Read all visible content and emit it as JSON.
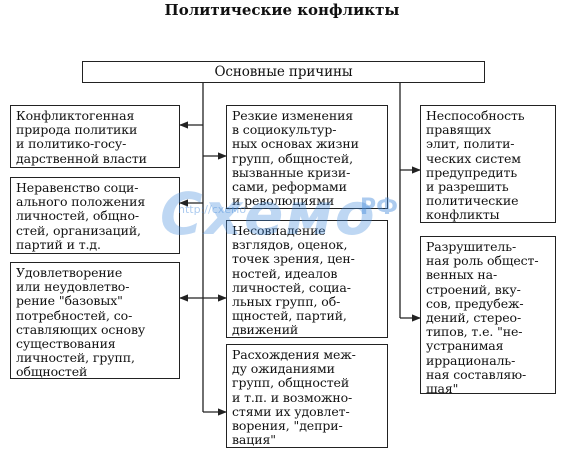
{
  "title": "Политические конфликты",
  "header": "Основные причины",
  "left": [
    "Конфликтогенная\nприрода политики\nи политико-госу-\nдарственной власти",
    "Неравенство соци-\nального положения\nличностей, общно-\nстей, организаций,\nпартий и т.д.",
    "Удовлетворение\nили неудовлетво-\nрение \"базовых\"\nпотребностей, со-\nставляющих основу\nсуществования\nличностей, групп,\nобщностей"
  ],
  "center": [
    "Резкие изменения\nв социокультур-\nных основах жизни\nгрупп, общностей,\nвызванные кризи-\nсами, реформами\nи революциями",
    "Несовпадение\nвзглядов, оценок,\nточек зрения, цен-\nностей, идеалов\nличностей, социа-\nльных групп, об-\nщностей, партий,\nдвижений",
    "Расхождения меж-\nду ожиданиями\nгрупп, общностей\nи т.п. и возможно-\nстями их удовлет-\nворения, \"депри-\nвация\""
  ],
  "right": [
    "Неспособность\nправящих\nэлит, полити-\nческих систем\nпредупредить\nи разрешить\nполитические\nконфликты",
    "Разрушитель-\nная роль общест-\nвенных на-\nстроений, вку-\nсов, предубеж-\nдений, стерео-\nтипов, т.е. \"не-\nустранимая\nиррациональ-\nная составляю-\nщая\""
  ],
  "watermark": {
    "main": "Схемо",
    "url": "http://схемо",
    "suffix": "РФ"
  }
}
